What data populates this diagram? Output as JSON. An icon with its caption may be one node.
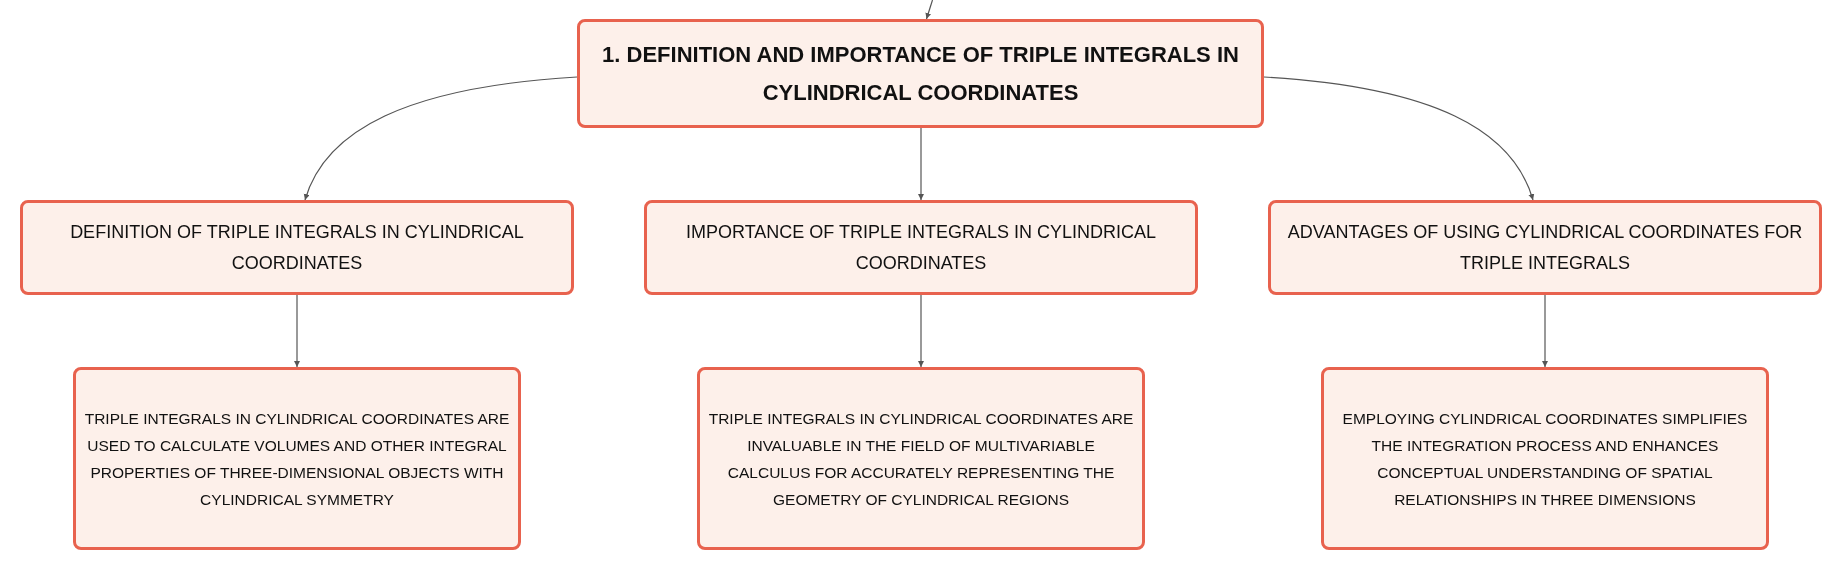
{
  "diagram": {
    "nodes": [
      {
        "text": [
          "1. DEFINITION AND IMPORTANCE OF TRIPLE INTEGRALS IN CYLINDRICAL COORDINATES"
        ]
      },
      {
        "text": [
          "DEFINITION OF TRIPLE INTEGRALS IN CYLINDRICAL COORDINATES"
        ]
      },
      {
        "text": [
          "IMPORTANCE OF TRIPLE INTEGRALS IN CYLINDRICAL COORDINATES"
        ]
      },
      {
        "text": [
          "ADVANTAGES OF USING CYLINDRICAL COORDINATES FOR TRIPLE INTEGRALS"
        ]
      },
      {
        "text": [
          "TRIPLE INTEGRALS IN CYLINDRICAL COORDINATES ARE USED TO CALCULATE VOLUMES AND OTHER INTEGRAL PROPERTIES OF THREE-DIMENSIONAL OBJECTS WITH CYLINDRICAL SYMMETRY"
        ]
      },
      {
        "text": [
          "TRIPLE INTEGRALS IN CYLINDRICAL COORDINATES ARE INVALUABLE IN THE FIELD OF MULTIVARIABLE CALCULUS FOR ACCURATELY REPRESENTING THE GEOMETRY OF CYLINDRICAL REGIONS"
        ]
      },
      {
        "text": [
          "EMPLOYING CYLINDRICAL COORDINATES SIMPLIFIES THE INTEGRATION PROCESS AND ENHANCES CONCEPTUAL UNDERSTANDING OF SPATIAL RELATIONSHIPS IN THREE DIMENSIONS"
        ]
      }
    ],
    "edges": [
      {
        "from": null,
        "to": 0,
        "arrow": "to"
      },
      {
        "from": 0,
        "to": 1,
        "arrow": "to"
      },
      {
        "from": 0,
        "to": 2,
        "arrow": "to"
      },
      {
        "from": 0,
        "to": 3,
        "arrow": "to"
      },
      {
        "from": 1,
        "to": 4,
        "arrow": "to"
      },
      {
        "from": 2,
        "to": 5,
        "arrow": "to"
      },
      {
        "from": 3,
        "to": 6,
        "arrow": "to"
      }
    ]
  }
}
